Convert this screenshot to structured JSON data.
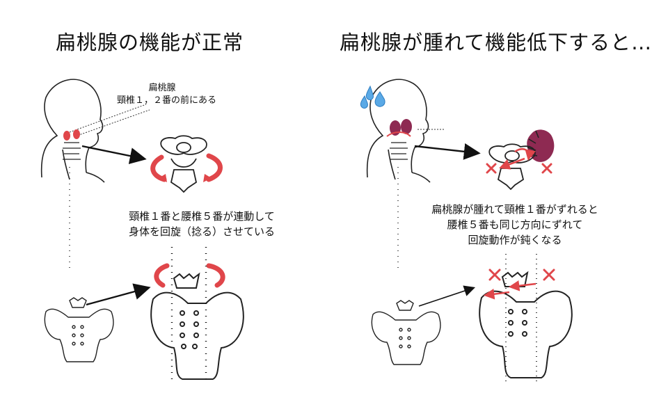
{
  "left_panel": {
    "title": "扁桃腺の機能が正常",
    "tonsil_label_line1": "扁桃腺",
    "tonsil_label_line2": "頸椎１，２番の前にある",
    "caption_line1": "頸椎１番と腰椎５番が連動して",
    "caption_line2": "身体を回旋（捻る）させている",
    "arrow_color": "#e0464a"
  },
  "right_panel": {
    "title": "扁桃腺が腫れて機能低下すると…",
    "caption_line1": "扁桃腺が腫れて頸椎１番がずれると",
    "caption_line2": "腰椎５番も同じ方向にずれて",
    "caption_line3": "回旋動作が鈍くなる",
    "x_mark_color": "#e0464a",
    "swollen_tonsil_color": "#8e2a52",
    "sweat_drop_color": "#5aa9e6"
  },
  "icons": {
    "left_head": "head-silhouette",
    "right_head": "head-silhouette",
    "atlas": "atlas-vertebra",
    "pelvis": "pelvis-sacrum",
    "sweat": "sweat-drops",
    "x_mark": "cross-mark"
  }
}
